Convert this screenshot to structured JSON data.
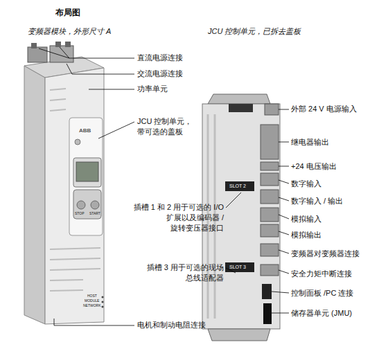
{
  "diagram": {
    "title": "布局图",
    "labels": [
      "变频器模块，外形尺寸 A",
      "JCU 控制单元，已拆去盖板",
      "直流电源连接",
      "交流电源连接",
      "功率单元",
      "JCU 控制单元， 带可选的盖板",
      "插槽 1 和 2 用于可选的 I/O 扩展以及编码器 / 旋转变压器接口",
      "插槽 3 用于可选的现场 总线适配器",
      "电机和制动电阻连接",
      "外部 24 V 电源输入",
      "继电器输出",
      "+24 电压输出",
      "数字输入",
      "数字输入 / 输出",
      "模拟输入",
      "模拟输出",
      "变频器对变频器连接",
      "安全力矩中断连接",
      "控制面板 /PC 连接",
      "储存器单元 (JMU)",
      "ABB",
      "STOP",
      "START",
      "HOST",
      "MODULE",
      "NETWORK",
      "SLOT 2",
      "SLOT 3"
    ]
  }
}
